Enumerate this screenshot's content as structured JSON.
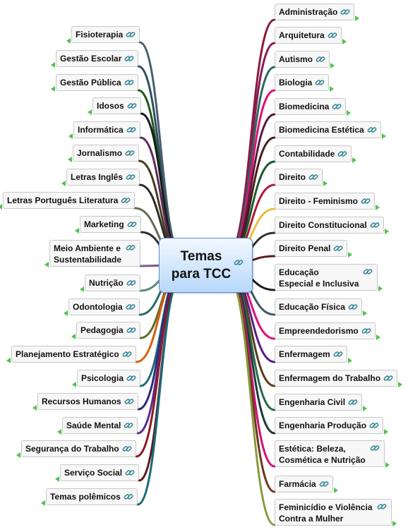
{
  "map": {
    "central": {
      "lines": [
        "Temas",
        "para TCC"
      ],
      "icon": "link-icon"
    },
    "left_topics": [
      {
        "label": "Fisioterapia",
        "color": "#4a6070"
      },
      {
        "label": "Gestão Escolar",
        "color": "#2f4f5f"
      },
      {
        "label": "Gestão Pública",
        "color": "#1e5a1e"
      },
      {
        "label": "Idosos",
        "color": "#1a1a1a"
      },
      {
        "label": "Informática",
        "color": "#5a2a5a"
      },
      {
        "label": "Jornalismo",
        "color": "#4a3a1a"
      },
      {
        "label": "Letras Inglês",
        "color": "#2a2a2a"
      },
      {
        "label": "Letras Português Literatura",
        "color": "#6a6a58"
      },
      {
        "label": "Marketing",
        "color": "#303030"
      },
      {
        "label": "Meio Ambiente e Sustentabilidade",
        "lines": [
          "Meio Ambiente e",
          "Sustentabilidade"
        ],
        "color": "#7a5a8a"
      },
      {
        "label": "Nutrição",
        "color": "#5a8a7a"
      },
      {
        "label": "Odontologia",
        "color": "#2a6a6a"
      },
      {
        "label": "Pedagogia",
        "color": "#5a6a2a"
      },
      {
        "label": "Planejamento Estratégico",
        "color": "#d86010"
      },
      {
        "label": "Psicologia",
        "color": "#1e6a7a"
      },
      {
        "label": "Recursos Humanos",
        "color": "#2a2a7a"
      },
      {
        "label": "Saúde Mental",
        "color": "#5a2a8a"
      },
      {
        "label": "Segurança do Trabalho",
        "color": "#8a1a2a"
      },
      {
        "label": "Serviço Social",
        "color": "#5a1a1a"
      },
      {
        "label": "Temas polêmicos",
        "color": "#1a6a7a"
      }
    ],
    "right_topics": [
      {
        "label": "Administração",
        "color": "#8a1a3a"
      },
      {
        "label": "Arquitetura",
        "color": "#8a1a5a"
      },
      {
        "label": "Autismo",
        "color": "#2a6a5a"
      },
      {
        "label": "Biologia",
        "color": "#e0107a"
      },
      {
        "label": "Biomedicina",
        "color": "#5a1a3a"
      },
      {
        "label": "Biomedicina Estética",
        "color": "#4a1a1a"
      },
      {
        "label": "Contabilidade",
        "color": "#1a5a2a"
      },
      {
        "label": "Direito",
        "color": "#b01a3a"
      },
      {
        "label": "Direito - Feminismo",
        "color": "#e8c040"
      },
      {
        "label": "Direito Constitucional",
        "color": "#303030"
      },
      {
        "label": "Direito Penal",
        "color": "#5a1a1a"
      },
      {
        "label": "Educação Especial e Inclusiva",
        "lines": [
          "Educação",
          "Especial e Inclusiva"
        ],
        "color": "#1a1a1a"
      },
      {
        "label": "Educação Física",
        "color": "#3a5a6a"
      },
      {
        "label": "Empreendedorismo",
        "color": "#e0107a"
      },
      {
        "label": "Enfermagem",
        "color": "#5a1a8a"
      },
      {
        "label": "Enfermagem do Trabalho",
        "color": "#5a3a1a"
      },
      {
        "label": "Engenharia Civil",
        "color": "#2a6a4a"
      },
      {
        "label": "Engenharia Produção",
        "color": "#1a3a3a"
      },
      {
        "label": "Estética: Beleza, Cosmética e Nutrição",
        "lines": [
          "Estética: Beleza,",
          "Cosmética e Nutrição"
        ],
        "color": "#d0107a"
      },
      {
        "label": "Farmácia",
        "color": "#6a3a1a"
      },
      {
        "label": "Feminicídio e Violência Contra a Mulher",
        "lines": [
          "Feminicídio e Violência",
          "Contra a Mulher"
        ],
        "color": "#8a9a40"
      }
    ],
    "link_icon_color": "#3a8a9a",
    "expand_marker_color": "#4fc24c",
    "central_fill": "#b7d8fb"
  }
}
